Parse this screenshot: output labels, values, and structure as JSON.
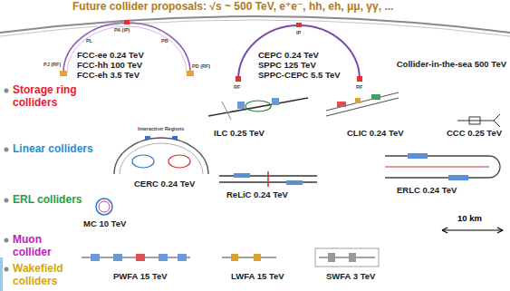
{
  "diagram": {
    "title": "Future collider proposals: √s ~ 500 TeV, e⁺e⁻, hh, eh, μμ, γγ, ...",
    "labels": [
      "Storage ring colliders",
      "FCC-ee 0.24 TeV",
      "FCC-hh 100 TeV",
      "FCC-eh 3.5 TeV",
      "PA (IP)",
      "PL",
      "PB",
      "PJ (RF)",
      "PD (RF)",
      "CEPC 0.24 TeV",
      "SPPC 125 TeV",
      "SPPC-CEPC 5.5 TeV",
      "IP",
      "RF",
      "RF",
      "Collider-in-the-sea 500 TeV",
      "Linear colliders",
      "ILC 0.25 TeV",
      "CLIC 0.24 TeV",
      "CCC 0.25 TeV",
      "ERL colliders",
      "Interaction Regions",
      "CERC 0.24 TeV",
      "ReLiC 0.24 TeV",
      "ERLC 0.24 TeV",
      "MC 10 TeV",
      "Muon collider",
      "10 km",
      "Wakefield colliders",
      "PWFA 15 TeV",
      "LWFA 15 TeV",
      "SWFA 3 TeV"
    ]
  }
}
